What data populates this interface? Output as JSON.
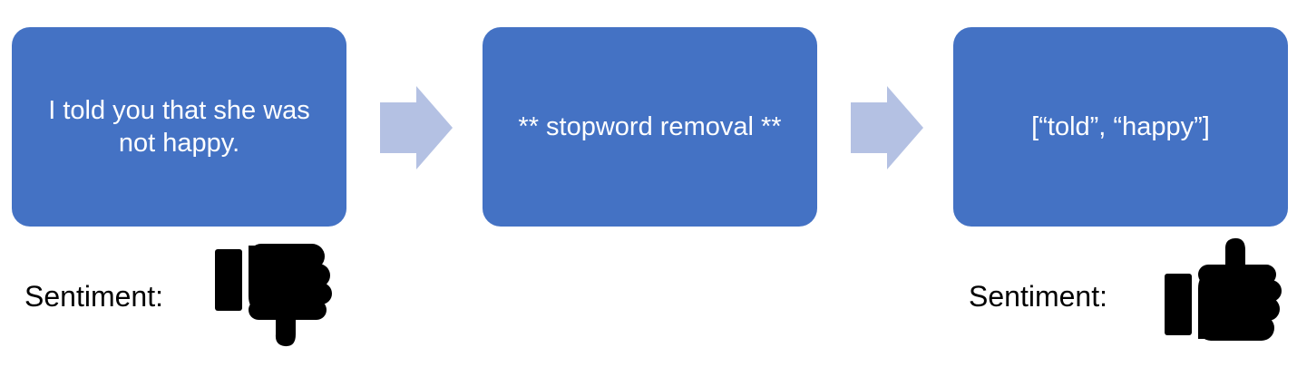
{
  "steps": [
    {
      "text": "I told you that she was not happy."
    },
    {
      "text": "** stopword removal **"
    },
    {
      "text": "[“told”, “happy”]"
    }
  ],
  "sentiment": {
    "left_label": "Sentiment:",
    "left_icon": "thumbs-down-icon",
    "right_label": "Sentiment:",
    "right_icon": "thumbs-up-icon"
  },
  "colors": {
    "box": "#4472C4",
    "arrow": "#B4C1E3",
    "icon": "#000000"
  }
}
